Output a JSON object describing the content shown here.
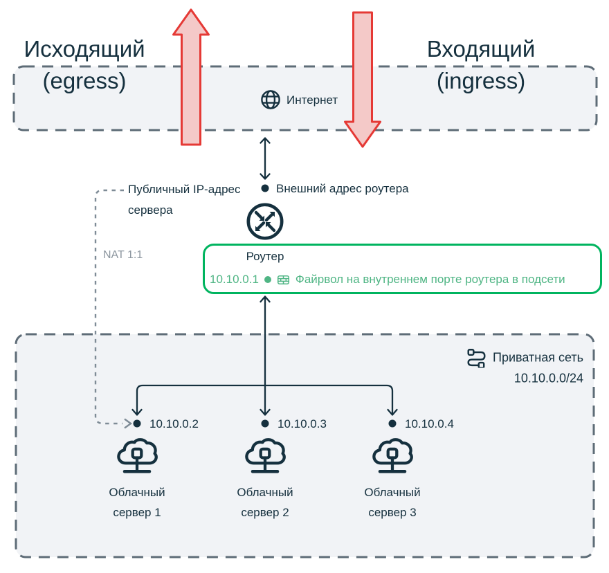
{
  "colors": {
    "ink": "#15303e",
    "slate": "#5e6c77",
    "panel": "#f1f3f6",
    "red": "#e53935",
    "red_fill": "#f4c9c8",
    "green": "#00b45f",
    "green_text": "#4fb584",
    "gray_text": "#8b959e",
    "gray_dash": "#7e8b96",
    "white": "#ffffff"
  },
  "header": {
    "egress_line1": "Исходящий",
    "egress_line2": "(egress)",
    "ingress_line1": "Входящий",
    "ingress_line2": "(ingress)"
  },
  "internet": {
    "label": "Интернет",
    "icon": "globe-icon"
  },
  "router": {
    "external_address_label": "Внешний адрес роутера",
    "public_ip_line1": "Публичный IP-адрес",
    "public_ip_line2": "сервера",
    "nat_label": "NAT 1:1",
    "title": "Роутер",
    "internal_ip": "10.10.0.1",
    "firewall_label": "Файрвол на внутреннем порте роутера в подсети",
    "icon": "router-icon",
    "firewall_icon": "firewall-icon"
  },
  "private_network": {
    "label": "Приватная сеть",
    "cidr": "10.10.0.0/24",
    "icon": "subnet-icon"
  },
  "servers": [
    {
      "ip": "10.10.0.2",
      "name_line1": "Облачный",
      "name_line2": "сервер 1",
      "icon": "cloud-server-icon"
    },
    {
      "ip": "10.10.0.3",
      "name_line1": "Облачный",
      "name_line2": "сервер 2",
      "icon": "cloud-server-icon"
    },
    {
      "ip": "10.10.0.4",
      "name_line1": "Облачный",
      "name_line2": "сервер 3",
      "icon": "cloud-server-icon"
    }
  ]
}
